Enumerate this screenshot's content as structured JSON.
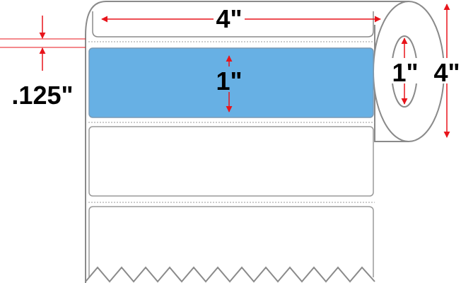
{
  "colors": {
    "label_fill": "#67b0e4",
    "outline": "#8a8a8a",
    "dimension": "#e8141b",
    "text": "#000000",
    "background": "#ffffff"
  },
  "dimensions": {
    "label_width": "4\"",
    "label_height": "1\"",
    "gap": ".125\"",
    "core_diameter": "1\"",
    "roll_diameter": "4\""
  },
  "roll": {
    "visible_labels": 3,
    "highlighted_label": 1
  }
}
